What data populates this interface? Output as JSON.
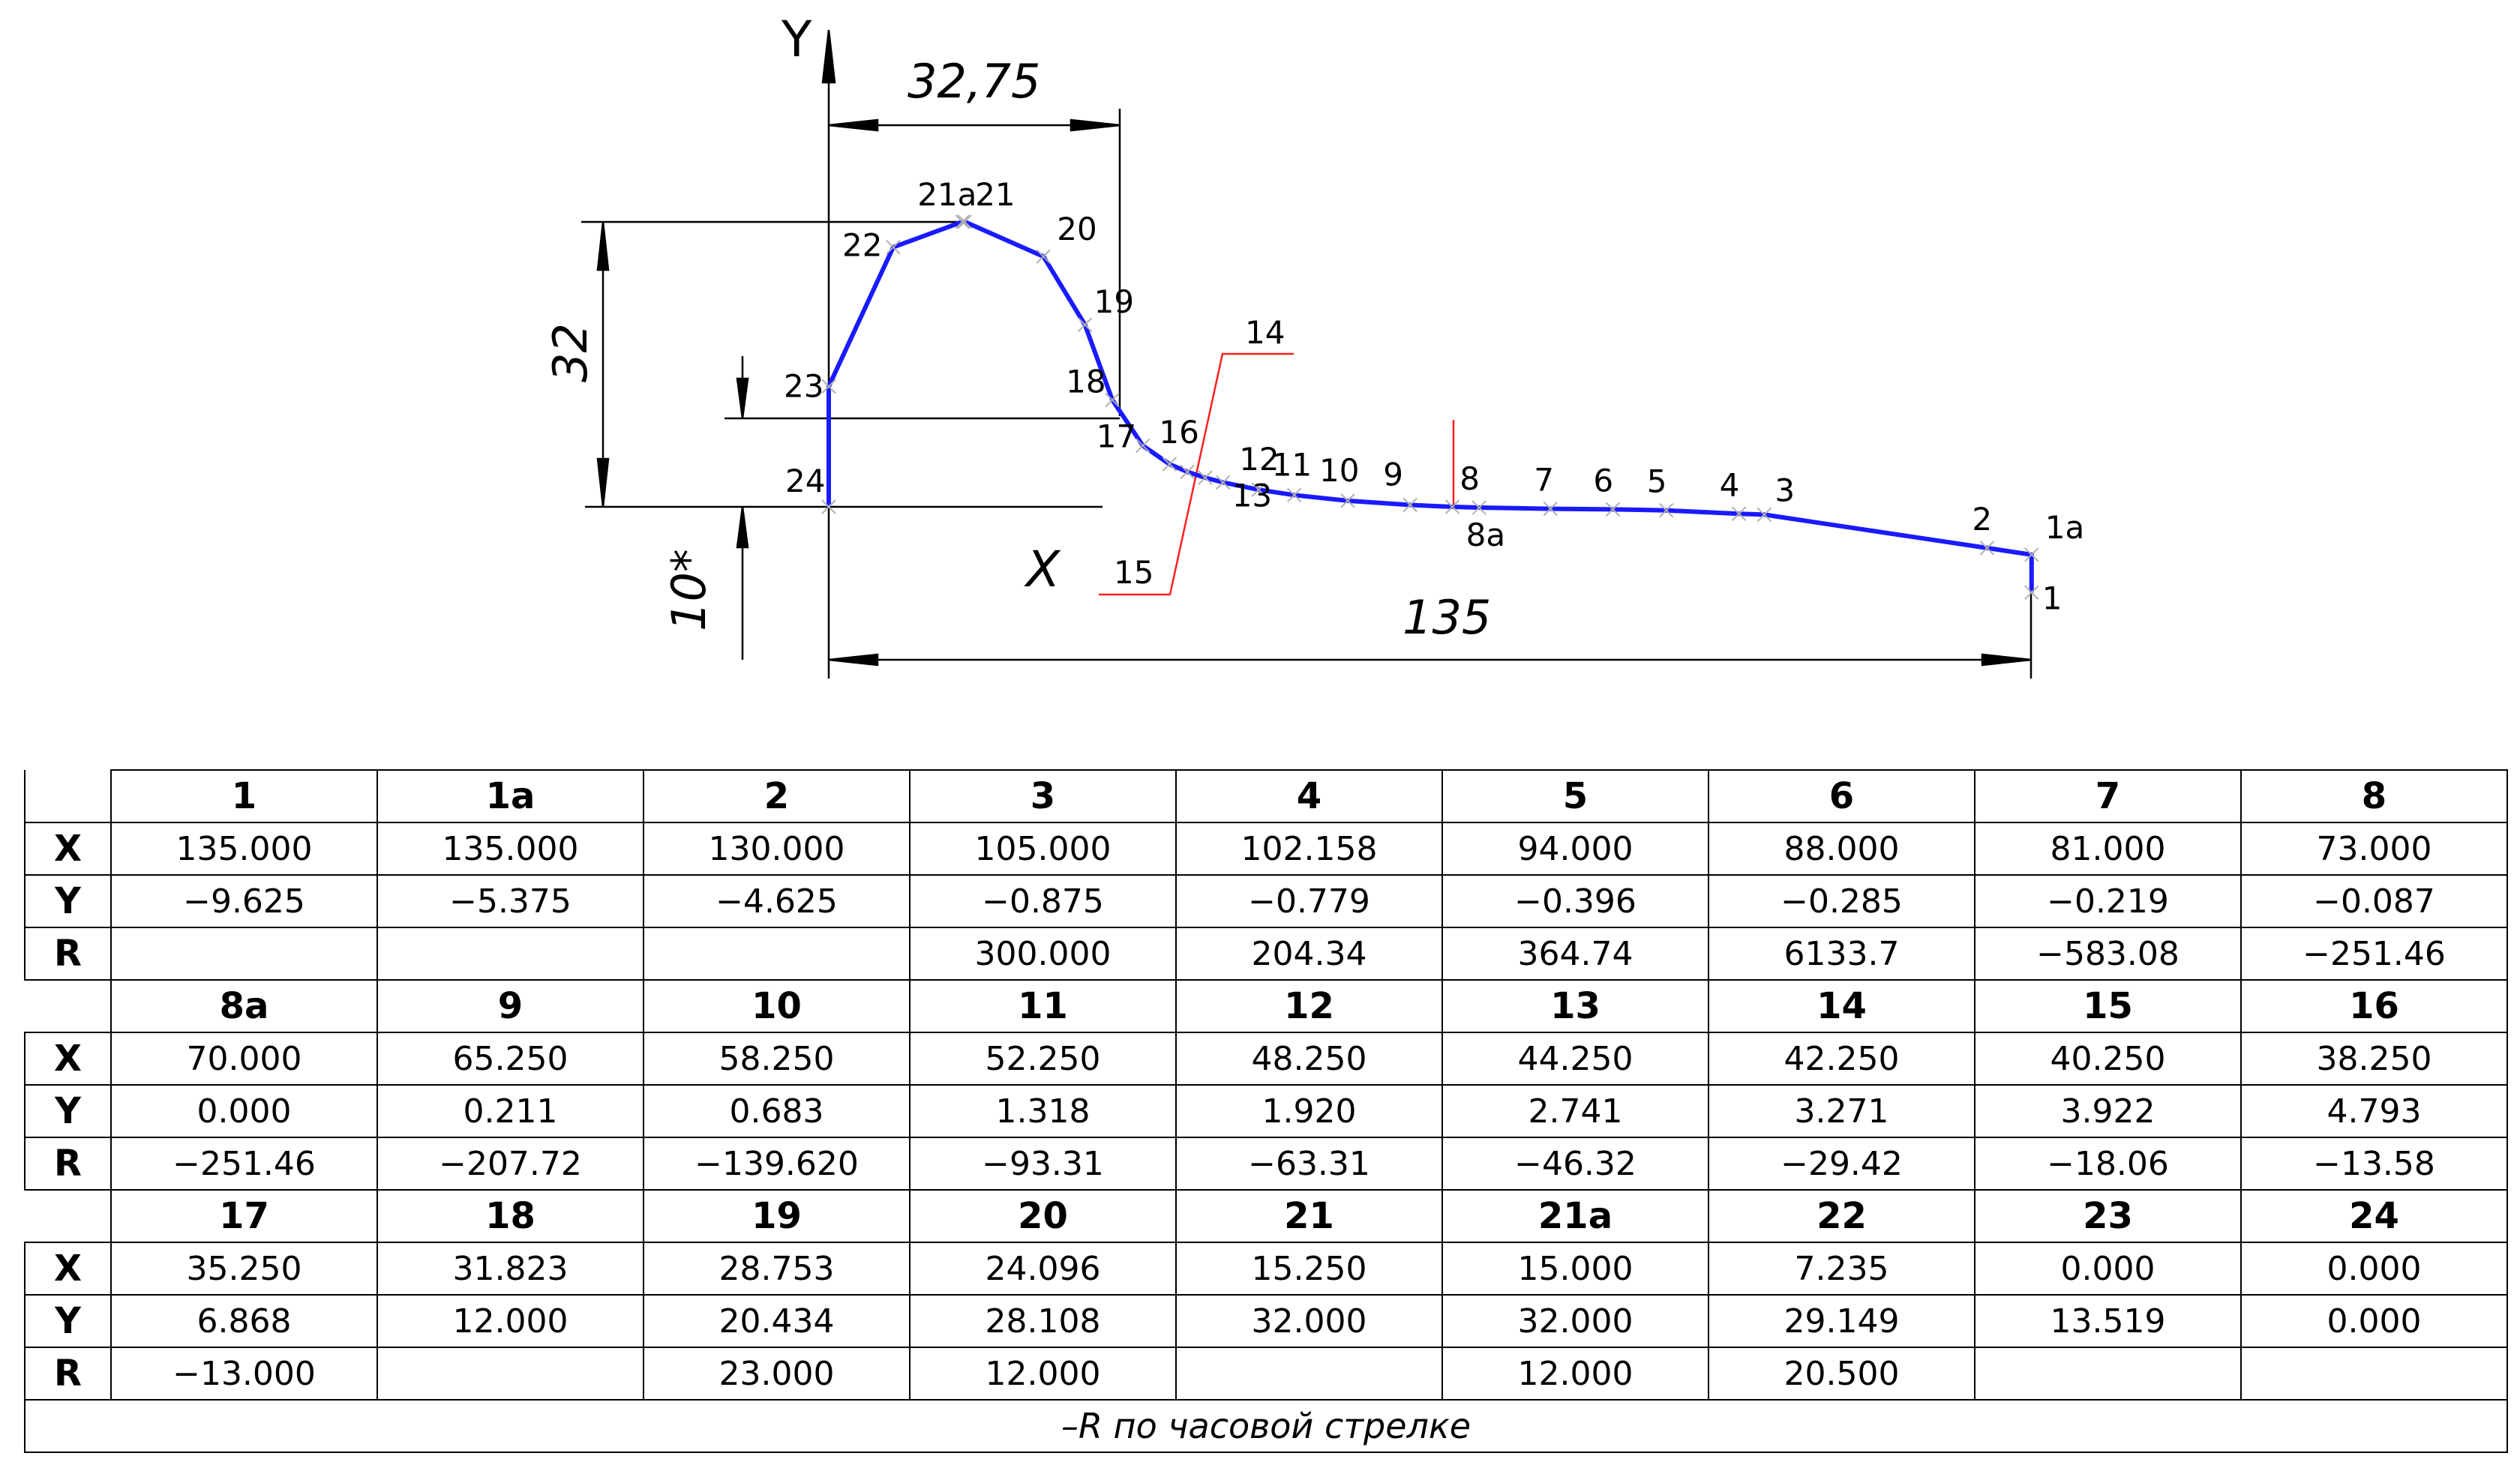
{
  "drawing": {
    "axis_y_label": "Y",
    "axis_x_label": "X",
    "dim_width_top": "32,75",
    "dim_height_left": "32",
    "dim_offset": "10*",
    "dim_length": "135",
    "section_label_a": "14",
    "section_label_b": "15"
  },
  "table": {
    "row_labels": [
      "X",
      "Y",
      "R"
    ],
    "blocks": [
      {
        "points": [
          "1",
          "1a",
          "2",
          "3",
          "4",
          "5",
          "6",
          "7",
          "8"
        ],
        "X": [
          "135.000",
          "135.000",
          "130.000",
          "105.000",
          "102.158",
          "94.000",
          "88.000",
          "81.000",
          "73.000"
        ],
        "Y": [
          "−9.625",
          "−5.375",
          "−4.625",
          "−0.875",
          "−0.779",
          "−0.396",
          "−0.285",
          "−0.219",
          "−0.087"
        ],
        "R": [
          "",
          "",
          "",
          "300.000",
          "204.34",
          "364.74",
          "6133.7",
          "−583.08",
          "−251.46"
        ]
      },
      {
        "points": [
          "8a",
          "9",
          "10",
          "11",
          "12",
          "13",
          "14",
          "15",
          "16"
        ],
        "X": [
          "70.000",
          "65.250",
          "58.250",
          "52.250",
          "48.250",
          "44.250",
          "42.250",
          "40.250",
          "38.250"
        ],
        "Y": [
          "0.000",
          "0.211",
          "0.683",
          "1.318",
          "1.920",
          "2.741",
          "3.271",
          "3.922",
          "4.793"
        ],
        "R": [
          "−251.46",
          "−207.72",
          "−139.620",
          "−93.31",
          "−63.31",
          "−46.32",
          "−29.42",
          "−18.06",
          "−13.58"
        ]
      },
      {
        "points": [
          "17",
          "18",
          "19",
          "20",
          "21",
          "21a",
          "22",
          "23",
          "24"
        ],
        "X": [
          "35.250",
          "31.823",
          "28.753",
          "24.096",
          "15.250",
          "15.000",
          "7.235",
          "0.000",
          "0.000"
        ],
        "Y": [
          "6.868",
          "12.000",
          "20.434",
          "28.108",
          "32.000",
          "32.000",
          "29.149",
          "13.519",
          "0.000"
        ],
        "R": [
          "−13.000",
          "",
          "23.000",
          "12.000",
          "",
          "12.000",
          "20.500",
          "",
          ""
        ]
      }
    ],
    "note": "–R по часовой стрелке"
  },
  "profile_points": [
    {
      "label": "1",
      "x": 135.0,
      "y": -9.625
    },
    {
      "label": "1a",
      "x": 135.0,
      "y": -5.375
    },
    {
      "label": "2",
      "x": 130.0,
      "y": -4.625
    },
    {
      "label": "3",
      "x": 105.0,
      "y": -0.875
    },
    {
      "label": "4",
      "x": 102.158,
      "y": -0.779
    },
    {
      "label": "5",
      "x": 94.0,
      "y": -0.396
    },
    {
      "label": "6",
      "x": 88.0,
      "y": -0.285
    },
    {
      "label": "7",
      "x": 81.0,
      "y": -0.219
    },
    {
      "label": "8",
      "x": 73.0,
      "y": -0.087
    },
    {
      "label": "8a",
      "x": 70.0,
      "y": 0.0
    },
    {
      "label": "9",
      "x": 65.25,
      "y": 0.211
    },
    {
      "label": "10",
      "x": 58.25,
      "y": 0.683
    },
    {
      "label": "11",
      "x": 52.25,
      "y": 1.318
    },
    {
      "label": "12",
      "x": 48.25,
      "y": 1.92
    },
    {
      "label": "13",
      "x": 44.25,
      "y": 2.741
    },
    {
      "label": "14",
      "x": 42.25,
      "y": 3.271
    },
    {
      "label": "15",
      "x": 40.25,
      "y": 3.922
    },
    {
      "label": "16",
      "x": 38.25,
      "y": 4.793
    },
    {
      "label": "17",
      "x": 35.25,
      "y": 6.868
    },
    {
      "label": "18",
      "x": 31.823,
      "y": 12.0
    },
    {
      "label": "19",
      "x": 28.753,
      "y": 20.434
    },
    {
      "label": "20",
      "x": 24.096,
      "y": 28.108
    },
    {
      "label": "21",
      "x": 15.25,
      "y": 32.0
    },
    {
      "label": "21a",
      "x": 15.0,
      "y": 32.0
    },
    {
      "label": "22",
      "x": 7.235,
      "y": 29.149
    },
    {
      "label": "23",
      "x": 0.0,
      "y": 13.519
    },
    {
      "label": "24",
      "x": 0.0,
      "y": 0.0
    }
  ],
  "colors": {
    "profile": "#1a1aff",
    "section_line": "#ff2020",
    "marker": "#b0b0b0",
    "lines": "#000000"
  }
}
